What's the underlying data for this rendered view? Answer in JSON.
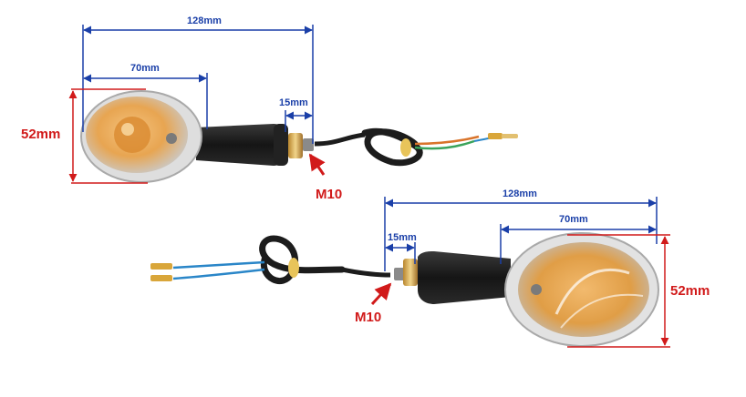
{
  "labels": {
    "top": {
      "total_length": "128mm",
      "lens_length": "70mm",
      "stem_length": "15mm",
      "height": "52mm",
      "thread": "M10"
    },
    "bottom": {
      "total_length": "128mm",
      "lens_length": "70mm",
      "stem_length": "15mm",
      "height": "52mm",
      "thread": "M10"
    }
  },
  "colors": {
    "dimension_line": "#1a3fa8",
    "height_marker": "#d11a1a",
    "lens_amber": "#e8a24a",
    "housing": "#1c1c1c",
    "wire_blue": "#2a86c8",
    "wire_green": "#3aa35a",
    "wire_orange": "#d9742b"
  }
}
